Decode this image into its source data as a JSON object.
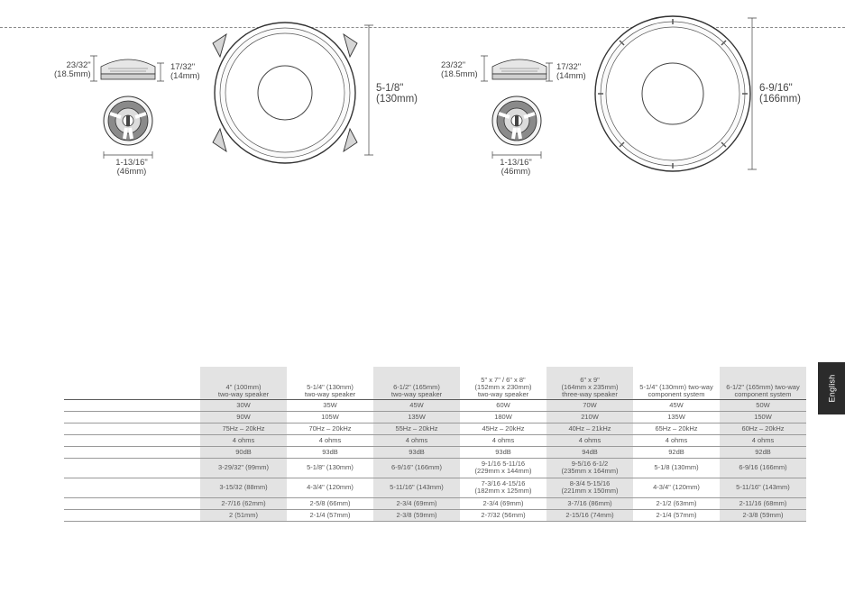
{
  "language_tab": "English",
  "drawings": {
    "left": {
      "side_height": "23/32\"",
      "side_height_mm": "(18.5mm)",
      "magnet_height": "17/32\"",
      "magnet_height_mm": "(14mm)",
      "tweeter_width": "1-13/16\"",
      "tweeter_width_mm": "(46mm)",
      "woofer_diameter": "5-1/8\"",
      "woofer_diameter_mm": "(130mm)"
    },
    "right": {
      "side_height": "23/32\"",
      "side_height_mm": "(18.5mm)",
      "magnet_height": "17/32\"",
      "magnet_height_mm": "(14mm)",
      "tweeter_width": "1-13/16\"",
      "tweeter_width_mm": "(46mm)",
      "woofer_diameter": "6-9/16\"",
      "woofer_diameter_mm": "(166mm)"
    }
  },
  "table": {
    "columns": [
      [
        "4\" (100mm)",
        "two-way speaker"
      ],
      [
        "5-1/4\" (130mm)",
        "two-way speaker"
      ],
      [
        "6-1/2\" (165mm)",
        "two-way speaker"
      ],
      [
        "5\" x 7\" / 6\" x 8\"",
        "(152mm x 230mm)",
        "two-way speaker"
      ],
      [
        "6\" x 9\"",
        "(164mm x 235mm)",
        "three-way speaker"
      ],
      [
        "5-1/4\" (130mm) two-way",
        "component system"
      ],
      [
        "6-1/2\" (165mm) two-way",
        "component system"
      ]
    ],
    "rows": [
      [
        "30W",
        "35W",
        "45W",
        "60W",
        "70W",
        "45W",
        "50W"
      ],
      [
        "90W",
        "105W",
        "135W",
        "180W",
        "210W",
        "135W",
        "150W"
      ],
      [
        "75Hz – 20kHz",
        "70Hz – 20kHz",
        "55Hz – 20kHz",
        "45Hz – 20kHz",
        "40Hz – 21kHz",
        "65Hz – 20kHz",
        "60Hz – 20kHz"
      ],
      [
        "4 ohms",
        "4 ohms",
        "4 ohms",
        "4 ohms",
        "4 ohms",
        "4 ohms",
        "4 ohms"
      ],
      [
        "90dB",
        "93dB",
        "93dB",
        "93dB",
        "94dB",
        "92dB",
        "92dB"
      ],
      [
        "3-29/32\" (99mm)",
        "5-1/8\" (130mm)",
        "6-9/16\" (166mm)",
        [
          "9-1/16     5-11/16",
          "(229mm x 144mm)"
        ],
        [
          "9-5/16     6-1/2",
          "(235mm x 164mm)"
        ],
        "5-1/8  (130mm)",
        "6-9/16  (166mm)"
      ],
      [
        "3-15/32  (88mm)",
        "4-3/4\" (120mm)",
        "5-11/16\" (143mm)",
        [
          "7-3/16     4-15/16",
          "(182mm x 125mm)"
        ],
        [
          "8-3/4     5-15/16",
          "(221mm x 150mm)"
        ],
        "4-3/4\" (120mm)",
        "5-11/16\" (143mm)"
      ],
      [
        "2-7/16  (62mm)",
        "2-5/8  (66mm)",
        "2-3/4  (69mm)",
        "2-3/4  (69mm)",
        "3-7/16  (86mm)",
        "2-1/2  (63mm)",
        "2-11/16  (68mm)"
      ],
      [
        "2  (51mm)",
        "2-1/4  (57mm)",
        "2-3/8  (59mm)",
        "2-7/32  (56mm)",
        "2-15/16  (74mm)",
        "2-1/4  (57mm)",
        "2-3/8  (59mm)"
      ]
    ]
  }
}
